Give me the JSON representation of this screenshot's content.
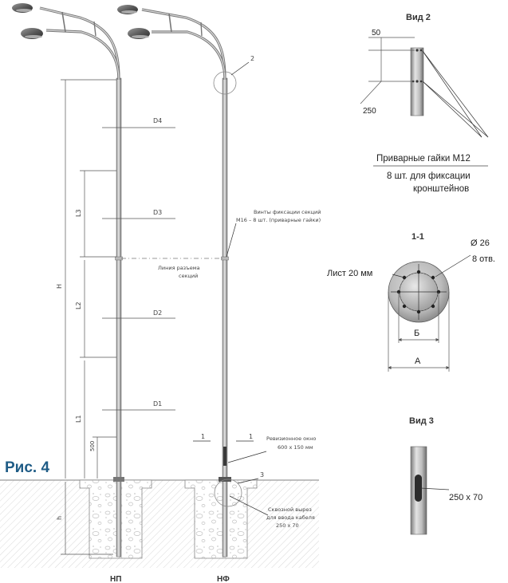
{
  "figure_label": "Рис. 4",
  "poles": {
    "np_label": "НП",
    "nf_label": "НФ"
  },
  "dimensions": {
    "d4": "D4",
    "d3": "D3",
    "d2": "D2",
    "d1": "D1",
    "l3": "L3",
    "l2": "L2",
    "l1": "L1",
    "h_total": "H",
    "h_foundation": "h",
    "dim_500": "500"
  },
  "callouts": {
    "c2": "2",
    "c3": "3",
    "c1_left": "1",
    "c1_right": "1"
  },
  "annotations": {
    "screws_line1": "Винты фиксации секций",
    "screws_line2": "М16 – 8 шт. (приварные гайки)",
    "split_line1": "Линия разъема",
    "split_line2": "секций",
    "window_line1": "Ревизионное окно",
    "window_line2": "600 х 150 мм",
    "cutout_line1": "Сквозной вырез",
    "cutout_line2": "для ввода кабеля",
    "cutout_line3": "250 х 70"
  },
  "detail2": {
    "title": "Вид 2",
    "dim_top": "50",
    "dim_bottom": "250",
    "note_line1": "Приварные гайки М12",
    "note_line2": "8 шт. для фиксации",
    "note_line3": "кронштейнов"
  },
  "section11": {
    "title": "1-1",
    "hole": "Ø 26",
    "holes_count": "8 отв.",
    "sheet": "Лист 20 мм",
    "b": "Б",
    "a": "А"
  },
  "detail3": {
    "title": "Вид 3",
    "size": "250 х 70"
  },
  "colors": {
    "ground_line": "#9a9a9a",
    "pole_light": "#eaeaea",
    "pole_dark": "#6a6a6a",
    "flange": "#b8b8b8",
    "soil_hatch": "#c4c4c4"
  }
}
